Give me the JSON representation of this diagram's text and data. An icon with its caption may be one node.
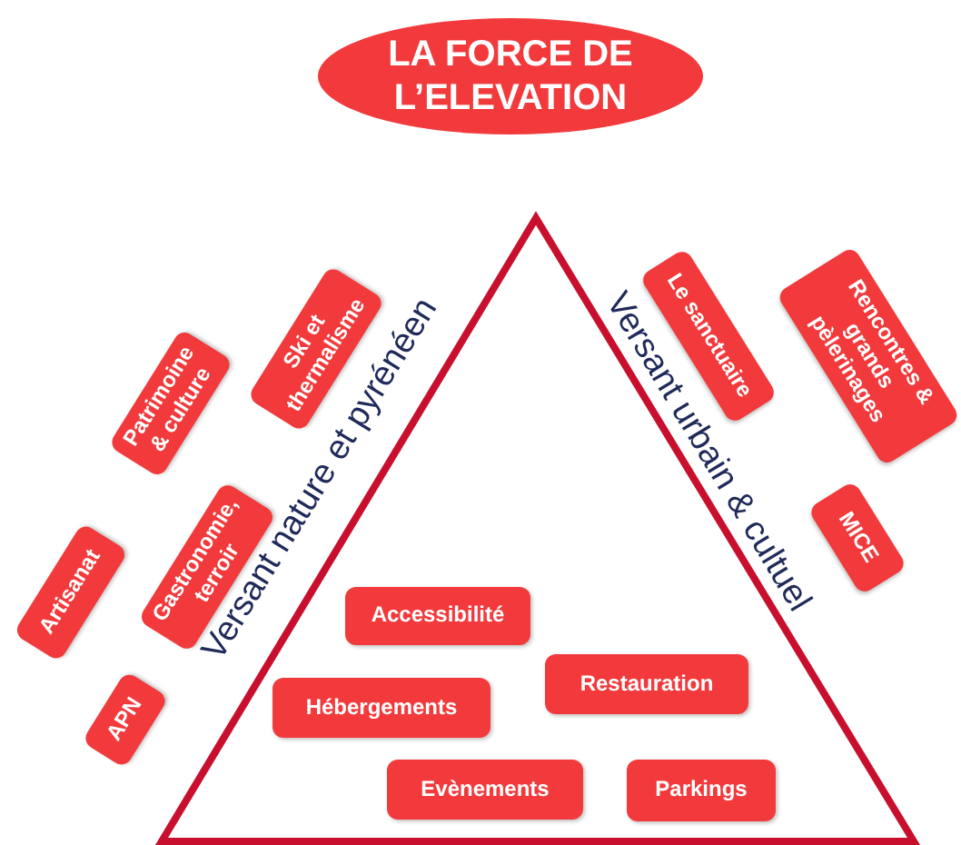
{
  "diagram": {
    "nodes": [
      {
        "text": [
          "LA FORCE DE L’ELEVATION"
        ]
      },
      {
        "text": [
          "Versant nature et pyrénéen",
          "Versant urbain & cultuel"
        ]
      },
      {
        "text": [
          "Ski et thermalisme"
        ]
      },
      {
        "text": [
          "Patrimoine & culture"
        ]
      },
      {
        "text": [
          "Gastronomie, terroir"
        ]
      },
      {
        "text": [
          "Artisanat"
        ]
      },
      {
        "text": [
          "APN"
        ]
      },
      {
        "text": [
          "Le sanctuaire"
        ]
      },
      {
        "text": [
          "Rencontres & grands pèlerinages"
        ]
      },
      {
        "text": [
          "MICE"
        ]
      },
      {
        "text": [
          "Accessibilité"
        ],
        "in": 1
      },
      {
        "text": [
          "Hébergements"
        ],
        "in": 1
      },
      {
        "text": [
          "Restauration"
        ],
        "in": 1
      },
      {
        "text": [
          "Evènements"
        ],
        "in": 1
      },
      {
        "text": [
          "Parkings"
        ],
        "in": 1
      }
    ]
  }
}
